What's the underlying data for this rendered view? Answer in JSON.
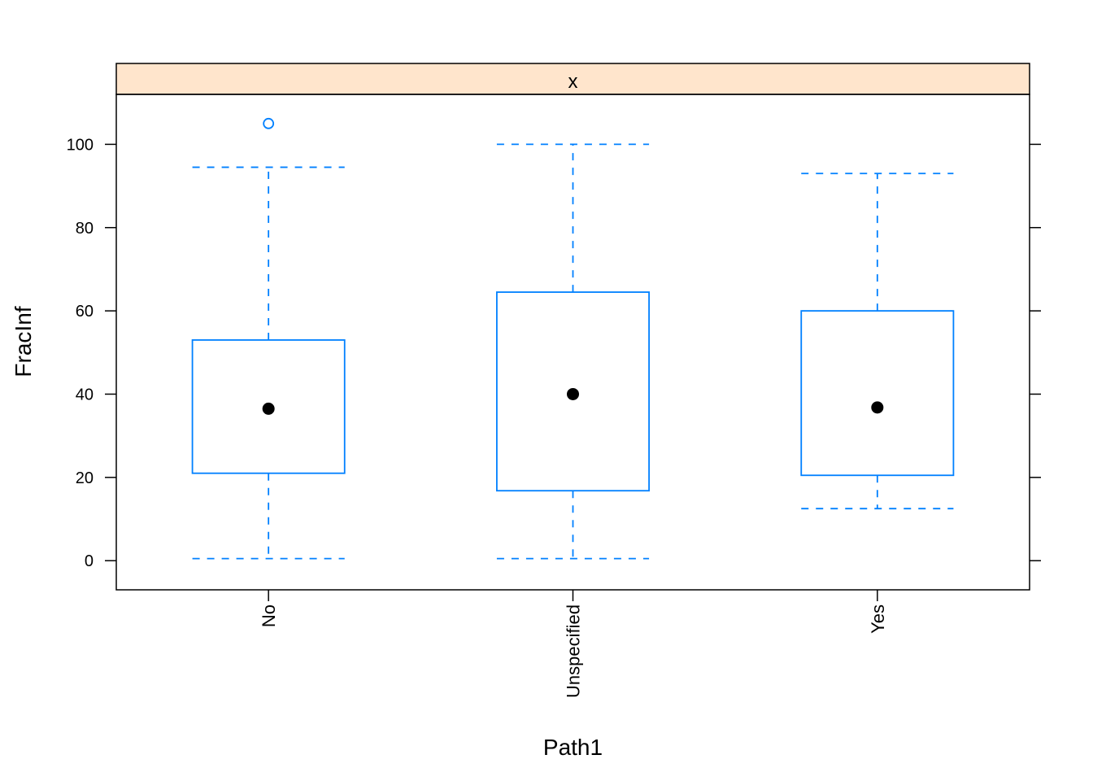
{
  "chart_data": {
    "type": "box",
    "strip_label": "x",
    "xlabel": "Path1",
    "ylabel": "FracInf",
    "categories": [
      "No",
      "Unspecified",
      "Yes"
    ],
    "ylim": [
      -7,
      112
    ],
    "yticks": [
      0,
      20,
      40,
      60,
      80,
      100
    ],
    "boxes": [
      {
        "category": "No",
        "whisker_low": 0.5,
        "q1": 21,
        "median": 36.5,
        "q3": 53,
        "whisker_high": 94.5,
        "outliers": [
          105
        ]
      },
      {
        "category": "Unspecified",
        "whisker_low": 0.5,
        "q1": 16.8,
        "median": 40,
        "q3": 64.5,
        "whisker_high": 100,
        "outliers": []
      },
      {
        "category": "Yes",
        "whisker_low": 12.5,
        "q1": 20.5,
        "median": 36.8,
        "q3": 60,
        "whisker_high": 93,
        "outliers": []
      }
    ],
    "colors": {
      "box": "#0080ff",
      "median_dot": "#000000",
      "strip_fill": "#ffe5cc",
      "frame": "#000000"
    }
  }
}
